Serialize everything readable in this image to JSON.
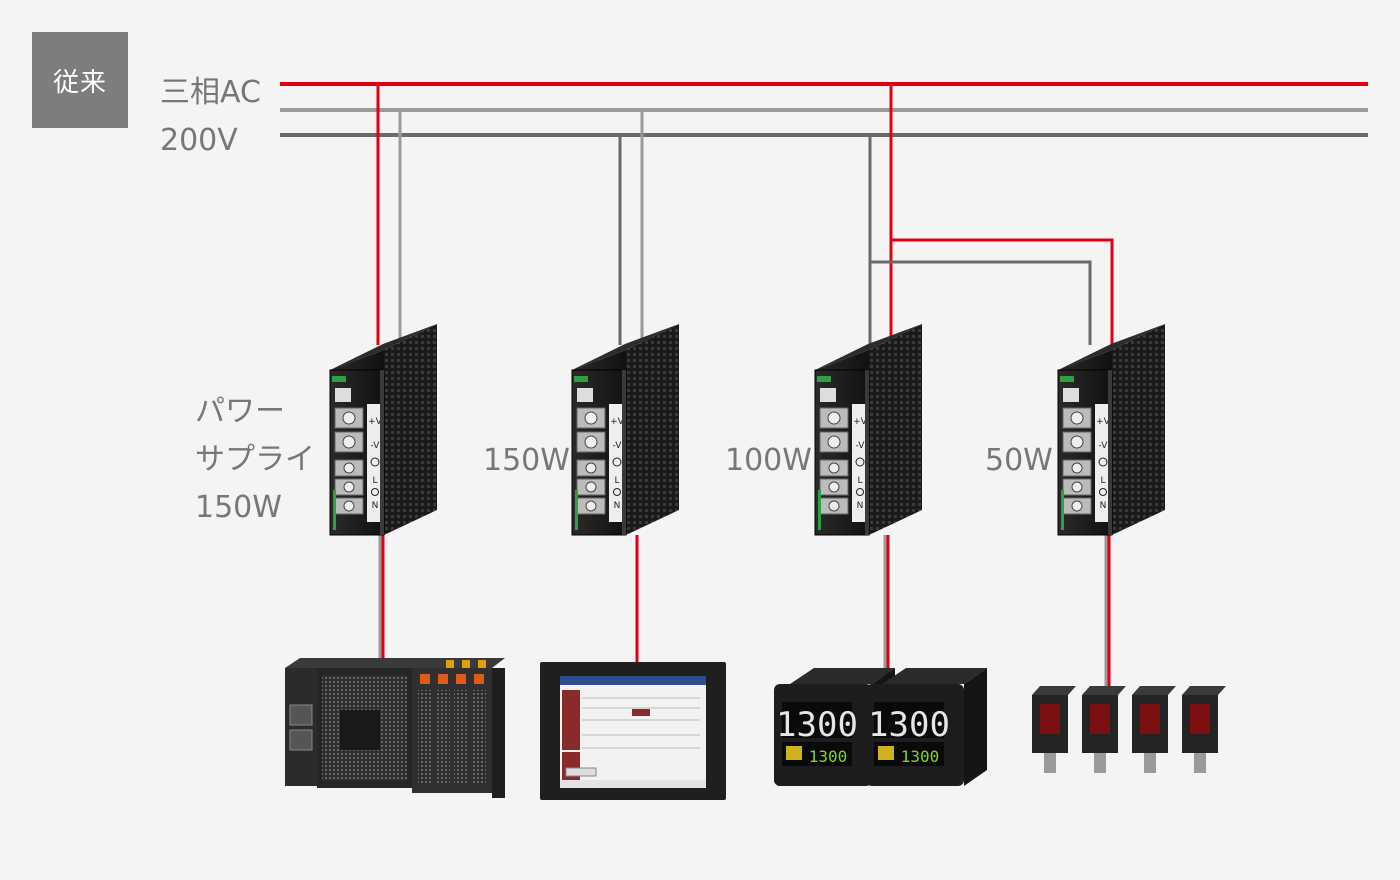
{
  "badge": "従来",
  "supply": {
    "line1": "三相AC",
    "line2": "200V"
  },
  "psu_label": {
    "line1": "パワー",
    "line2": "サプライ",
    "line3": "150W"
  },
  "wattages": [
    "150W",
    "100W",
    "50W"
  ],
  "terminal_labels": {
    "plus": "+V",
    "minus": "-V",
    "l": "L",
    "n": "N"
  },
  "colors": {
    "live": "#e00012",
    "wire_light": "#9a9a9a",
    "wire_dark": "#6a6a6a",
    "text": "#777777",
    "badge_bg": "#7d7d7d"
  },
  "devices": [
    "plc-controller",
    "touch-panel-hmi",
    "temperature-controllers",
    "photoelectric-sensors"
  ],
  "controller_display": "1300"
}
